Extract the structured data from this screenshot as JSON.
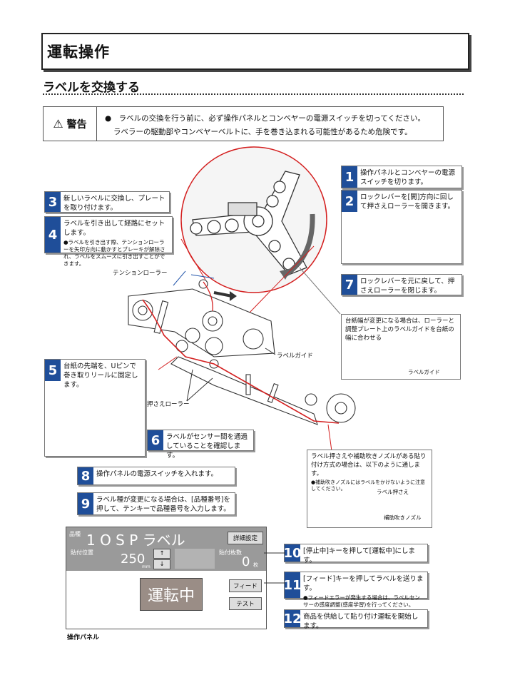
{
  "page_title": "運転操作",
  "section_heading": "ラベルを交換する",
  "warning": {
    "label": "警告",
    "lines": [
      "●　ラベルの交換を行う前に、必ず操作パネルとコンベヤーの電源スイッチを切ってください。",
      "ラベラーの駆動部やコンベヤーベルトに、手を巻き込まれる可能性があるため危険です。"
    ]
  },
  "steps": [
    {
      "num": "1",
      "text": "操作パネルとコンベヤーの電源スイッチを切ります。",
      "sub": ""
    },
    {
      "num": "2",
      "text": "ロックレバーを[開]方向に回して押さえローラーを開きます。",
      "sub": ""
    },
    {
      "num": "3",
      "text": "新しいラベルに交換し、プレートを取り付けます。",
      "sub": ""
    },
    {
      "num": "4",
      "text": "ラベルを引き出して経路にセットします。",
      "sub": "●ラベルを引き出す際、テンションローラーを矢印方向に動かすとブレーキが解除され、ラベルをスムーズに引き出すことができます。"
    },
    {
      "num": "5",
      "text": "台紙の先端を、Uピンで巻き取りリールに固定します。",
      "sub": ""
    },
    {
      "num": "6",
      "text": "ラベルがセンサー間を通過していることを確認します。",
      "sub": ""
    },
    {
      "num": "7",
      "text": "ロックレバーを元に戻して、押さえローラーを閉じます。",
      "sub": ""
    },
    {
      "num": "8",
      "text": "操作パネルの電源スイッチを入れます。",
      "sub": ""
    },
    {
      "num": "9",
      "text": "ラベル種が変更になる場合は、[品種番号]を押して、テンキーで品種番号を入力します。",
      "sub": ""
    },
    {
      "num": "10",
      "text": "[停止中]キーを押して[運転中]にします。",
      "sub": ""
    },
    {
      "num": "11",
      "text": "[フィード]キーを押してラベルを送ります。",
      "sub": "●フィードエラーが発生する場合は、ラベルセンサーの感度調整(感度学習)を行ってください。"
    },
    {
      "num": "12",
      "text": "商品を供給して貼り付け運転を開始します。",
      "sub": ""
    }
  ],
  "labels": {
    "tension_roller": "テンションローラー",
    "label_guide": "ラベルガイド",
    "press_roller": "押さえローラー",
    "label_guide_small": "ラベルガイド",
    "label_press": "ラベル押さえ",
    "aux_nozzle": "補助吹きノズル",
    "operation_panel": "操作パネル"
  },
  "notes": {
    "guide_note": "台紙幅が変更になる場合は、ローラーと調整プレート上のラベルガイドを台紙の幅に合わせる",
    "nozzle_note": "ラベル押さえや補助吹きノズルがある貼り付け方式の場合は、以下のように通します。",
    "nozzle_sub": "●補助吹きノズルにはラベルをかけないように注意してください。"
  },
  "panel": {
    "type_label": "品種",
    "type_value": "1  O S P ラベル",
    "detail_button": "詳細設定",
    "position_label": "貼付位置",
    "position_value": "250",
    "position_unit": "mm",
    "up_arrow": "↑",
    "down_arrow": "↓",
    "count_label": "貼付枚数",
    "count_value": "0",
    "count_unit": "枚",
    "run_button": "運転中",
    "feed_button": "フィード",
    "test_button": "テスト"
  },
  "colors": {
    "step_number_bg": "#1f4e99",
    "label_path": "#d42020"
  }
}
